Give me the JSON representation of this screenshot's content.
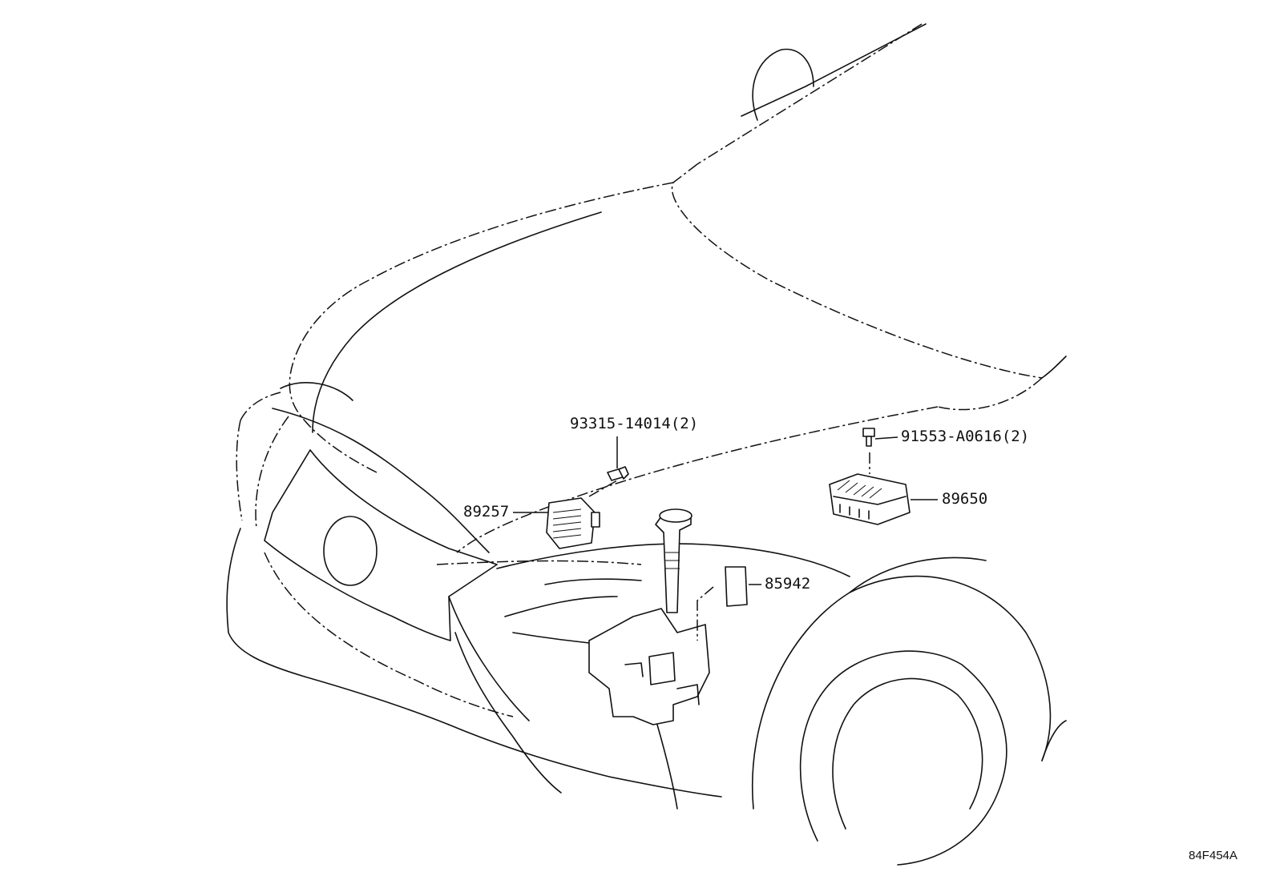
{
  "labels": {
    "p89257": "89257",
    "p93315": "93315-14014(2)",
    "p91553": "91553-A0616(2)",
    "p89650": "89650",
    "p85942": "85942",
    "diagram_code": "84F454A"
  }
}
